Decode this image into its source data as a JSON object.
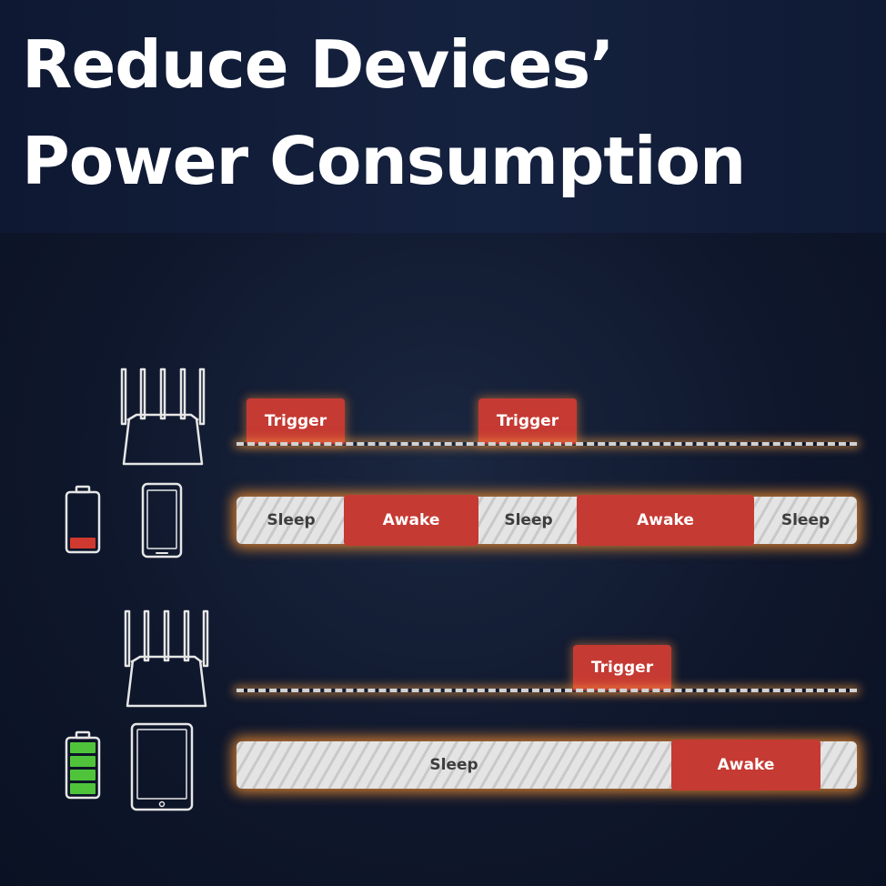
{
  "title": {
    "line1": "Reduce Devices’",
    "line2": "Power Consumption"
  },
  "colors": {
    "trigger": "#c53a33",
    "awake": "#c53a33",
    "battery_low": "#d0392f",
    "battery_full": "#4fc43a",
    "glow": "#ff9a3c"
  },
  "icons": {
    "router": "wifi-router-icon",
    "phone": "smartphone-icon",
    "tablet": "tablet-icon",
    "battery_low": "battery-low-icon",
    "battery_full": "battery-full-icon"
  },
  "scenario1": {
    "triggers": [
      "Trigger",
      "Trigger"
    ],
    "timeline": [
      "Sleep",
      "Awake",
      "Sleep",
      "Awake",
      "Sleep"
    ],
    "battery_level": 0.2
  },
  "scenario2": {
    "triggers": [
      "Trigger"
    ],
    "timeline": [
      "Sleep",
      "Awake"
    ],
    "battery_level": 1.0
  }
}
